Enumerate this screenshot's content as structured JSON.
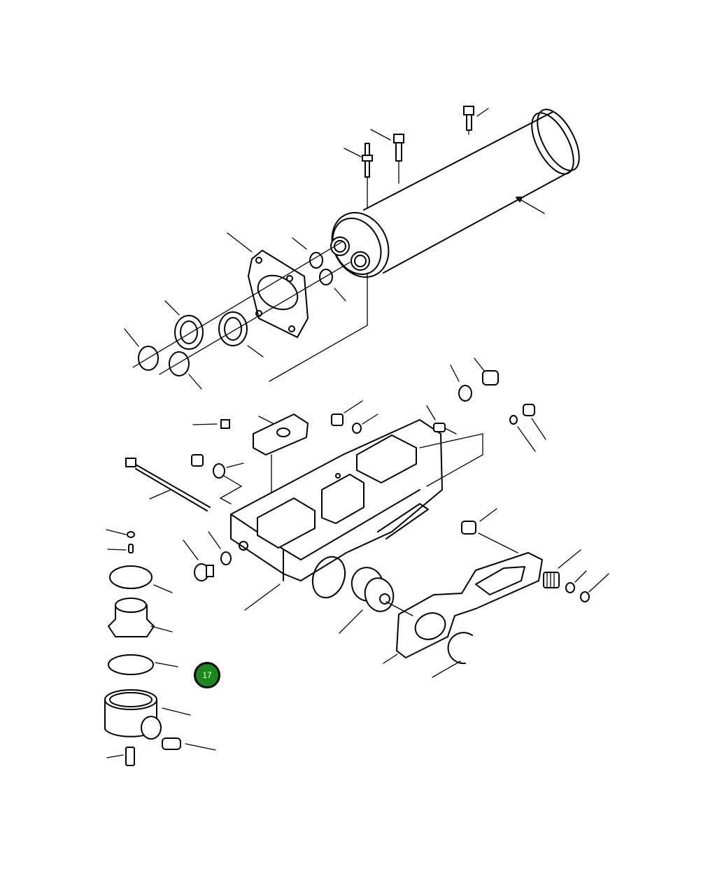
{
  "diagram": {
    "type": "exploded parts view",
    "callouts": [
      {
        "label": "17",
        "color": "#1a8a1a",
        "border": "#000000"
      }
    ],
    "parts": [
      "cylinder-tube",
      "hex-bolt-top",
      "hex-bolt-mid",
      "stud",
      "end-flange",
      "o-ring-upper",
      "o-ring-lower",
      "flange-seal-left",
      "flange-seal-right",
      "snap-ring-left",
      "snap-ring-right",
      "valve-body",
      "cover-plate",
      "plug-fitting",
      "o-ring",
      "long-bolt",
      "orifice-plug",
      "gasket",
      "retaining-ring",
      "spring",
      "washer",
      "lock-ring",
      "piston",
      "collar",
      "filter-housing",
      "elbow-fitting",
      "grease-fitting"
    ]
  }
}
